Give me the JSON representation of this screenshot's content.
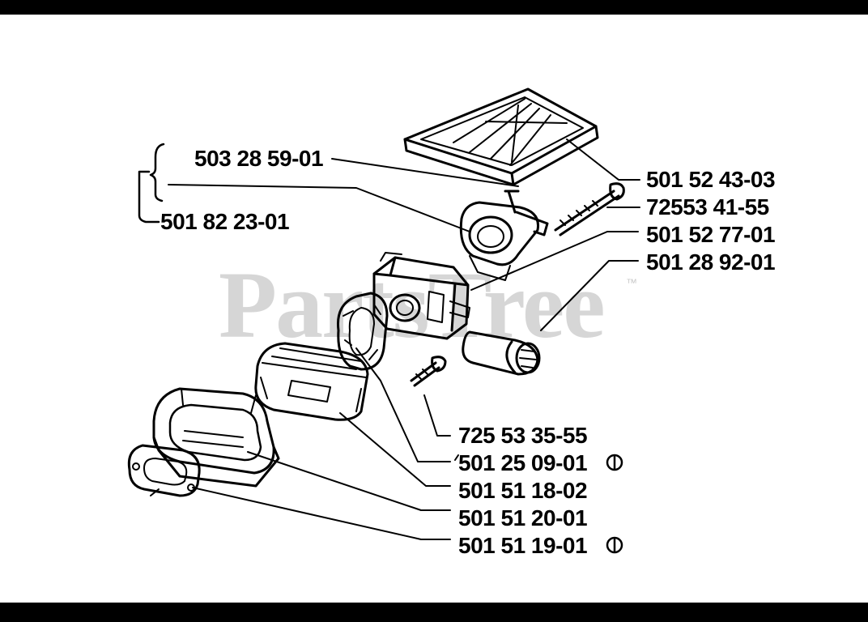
{
  "watermark": {
    "brand": "PartsTree",
    "trademark": "™"
  },
  "part_numbers": {
    "air_filter": "501 52 43-03",
    "filter_bolt": "72553 41-55",
    "intake_adapter": "501 52 77-01",
    "fuel_filter": "501 28 92-01",
    "adapter_kit_upper": "503 28 59-01",
    "adapter_kit_lower": "501 82 23-01",
    "carb_screw": "725 53 35-55",
    "carb_gasket": "501 25 09-01",
    "carburetor_base": "501 51 18-02",
    "air_box": "501 51 20-01",
    "intake_gasket": "501 51 19-01"
  },
  "colors": {
    "ink": "#000000",
    "paper": "#ffffff",
    "watermark": "#d6d6d6"
  }
}
